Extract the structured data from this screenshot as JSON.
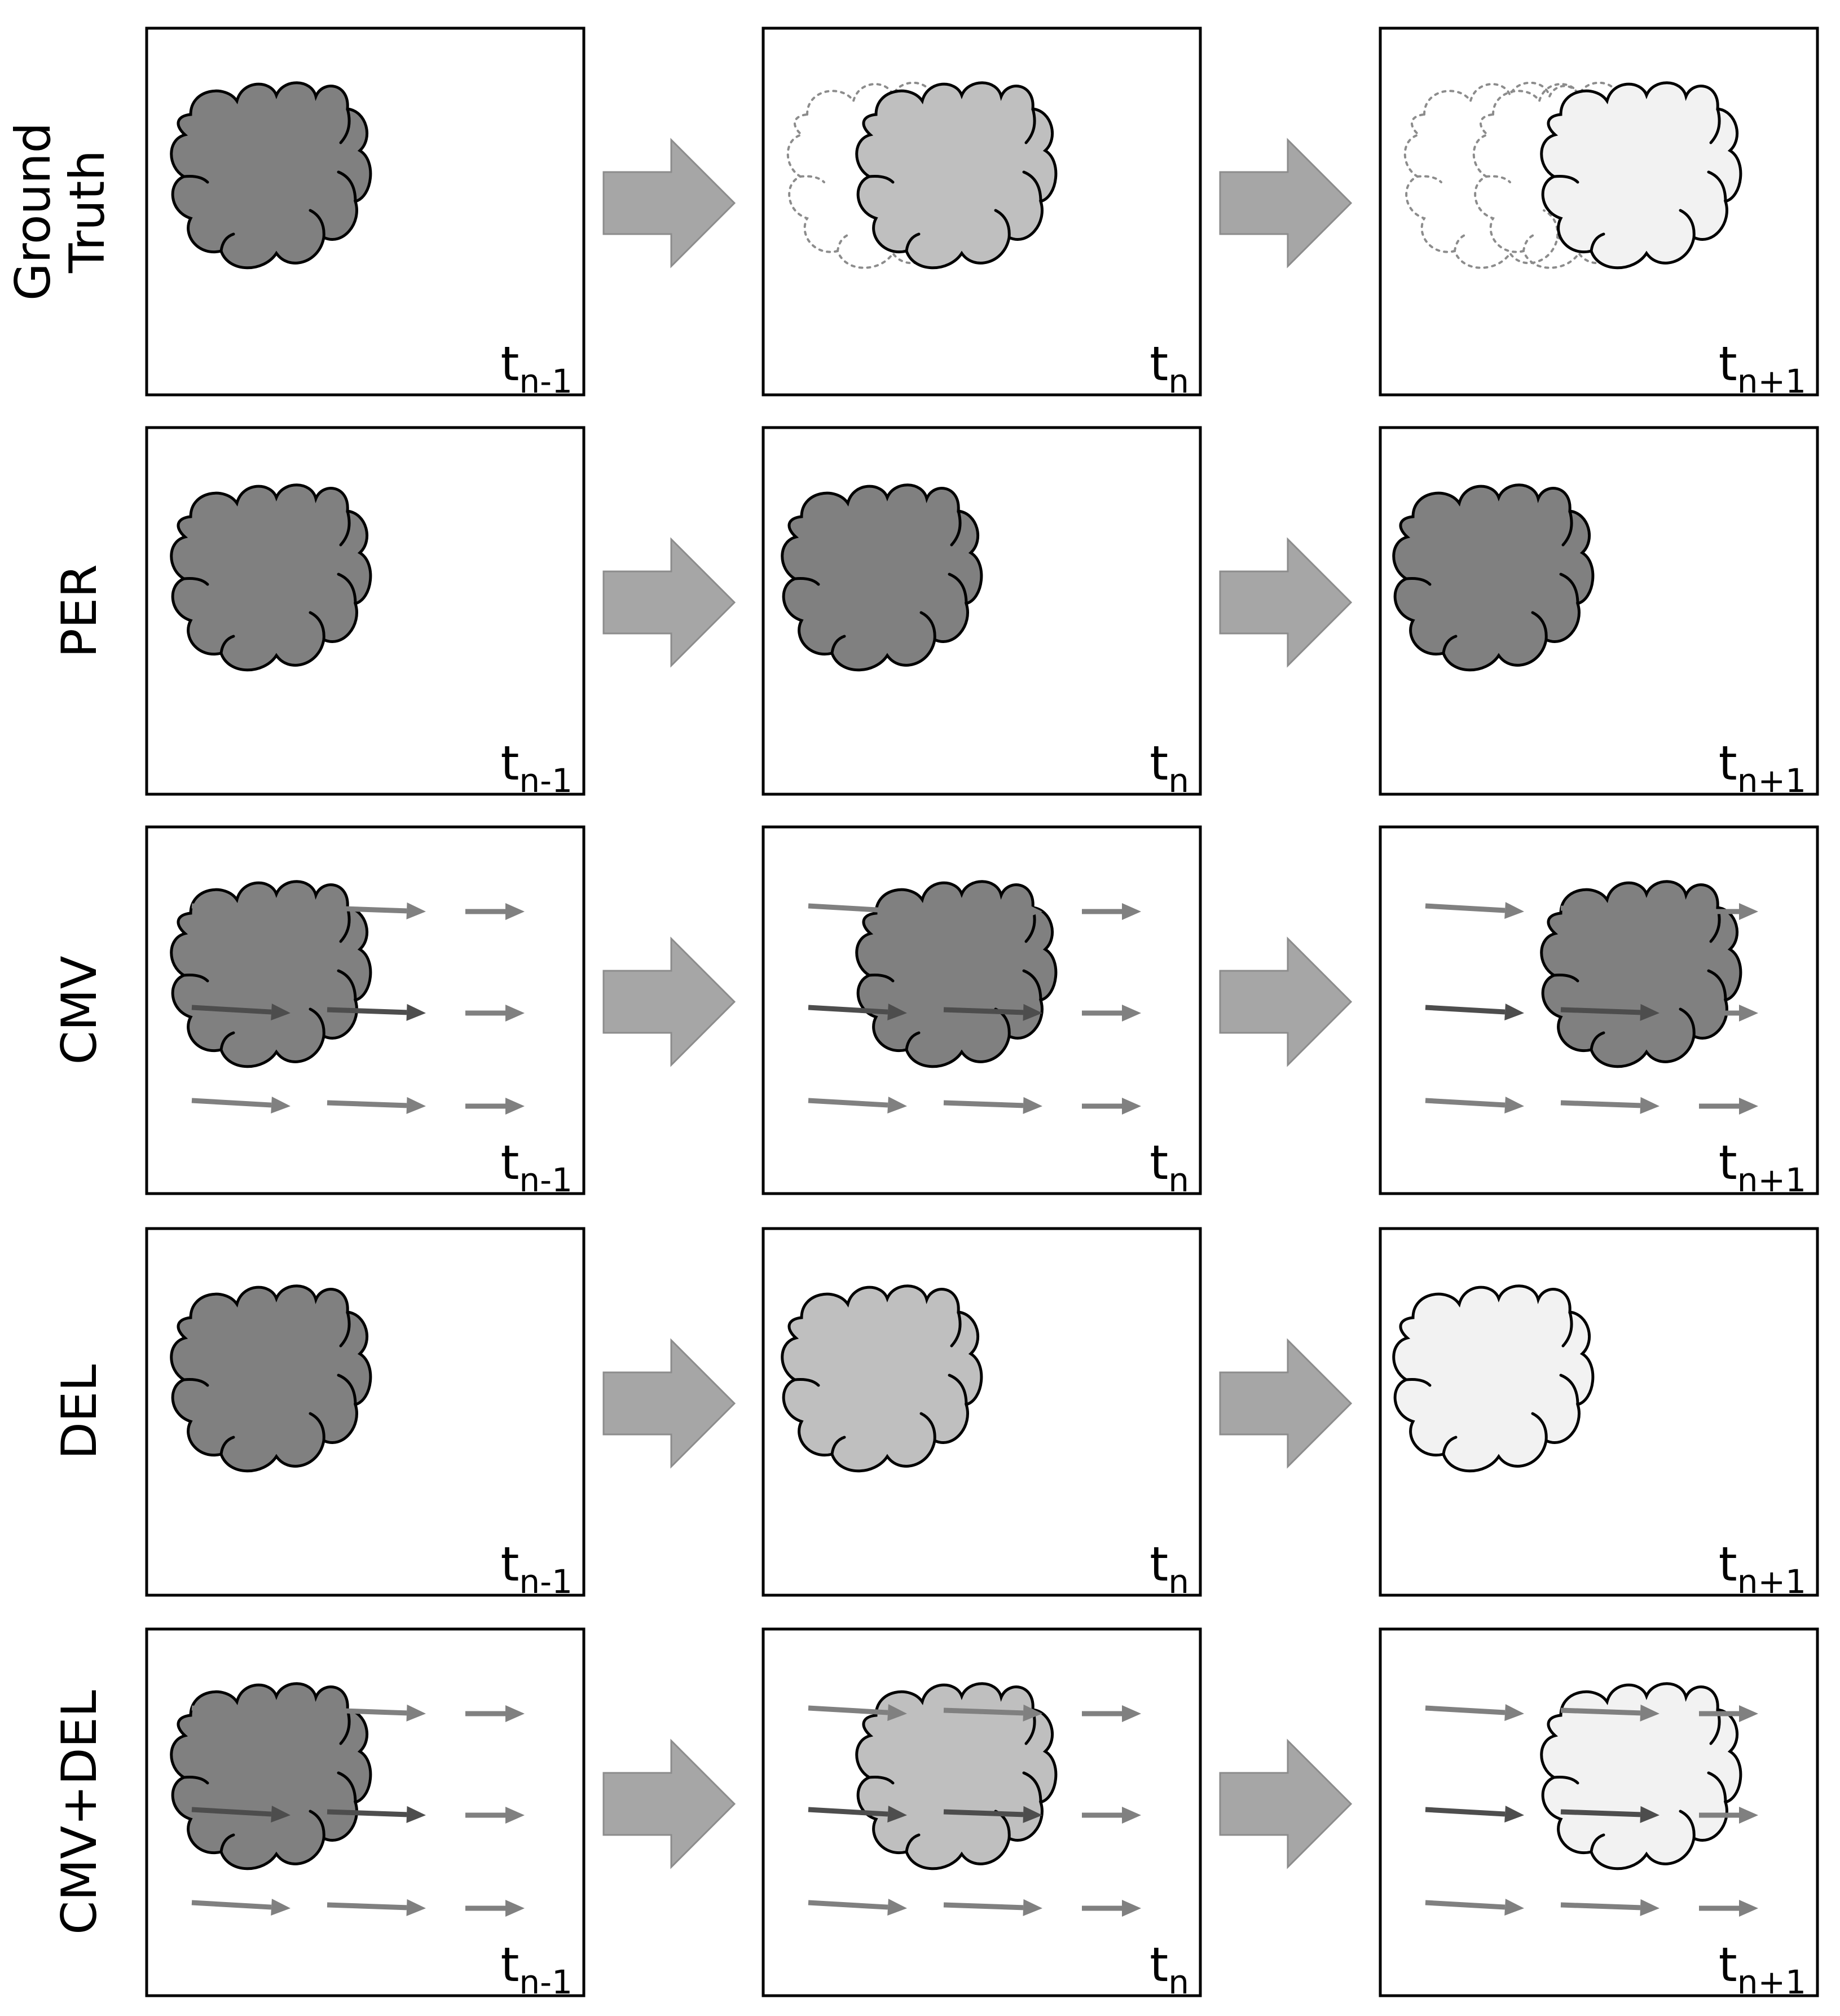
{
  "rows": [
    {
      "label_lines": [
        "Ground",
        "Truth"
      ],
      "mode": "ground-truth"
    },
    {
      "label_lines": [
        "PER"
      ],
      "mode": "persistence"
    },
    {
      "label_lines": [
        "CMV"
      ],
      "mode": "cmv"
    },
    {
      "label_lines": [
        "DEL"
      ],
      "mode": "dissipation"
    },
    {
      "label_lines": [
        "CMV+DEL"
      ],
      "mode": "cmv-del"
    }
  ],
  "time_labels": [
    {
      "base": "t",
      "sub": "n-1"
    },
    {
      "base": "t",
      "sub": "n"
    },
    {
      "base": "t",
      "sub": "n+1"
    }
  ],
  "colors": {
    "cloud_dark": "#808080",
    "cloud_mid": "#bfbfbf",
    "cloud_light": "#f2f2f2",
    "ghost_outline": "#8c8c8c",
    "transition_arrow": "#a6a6a6",
    "vector_arrow": "#808080",
    "vector_arrow_dark": "#4d4d4d"
  }
}
